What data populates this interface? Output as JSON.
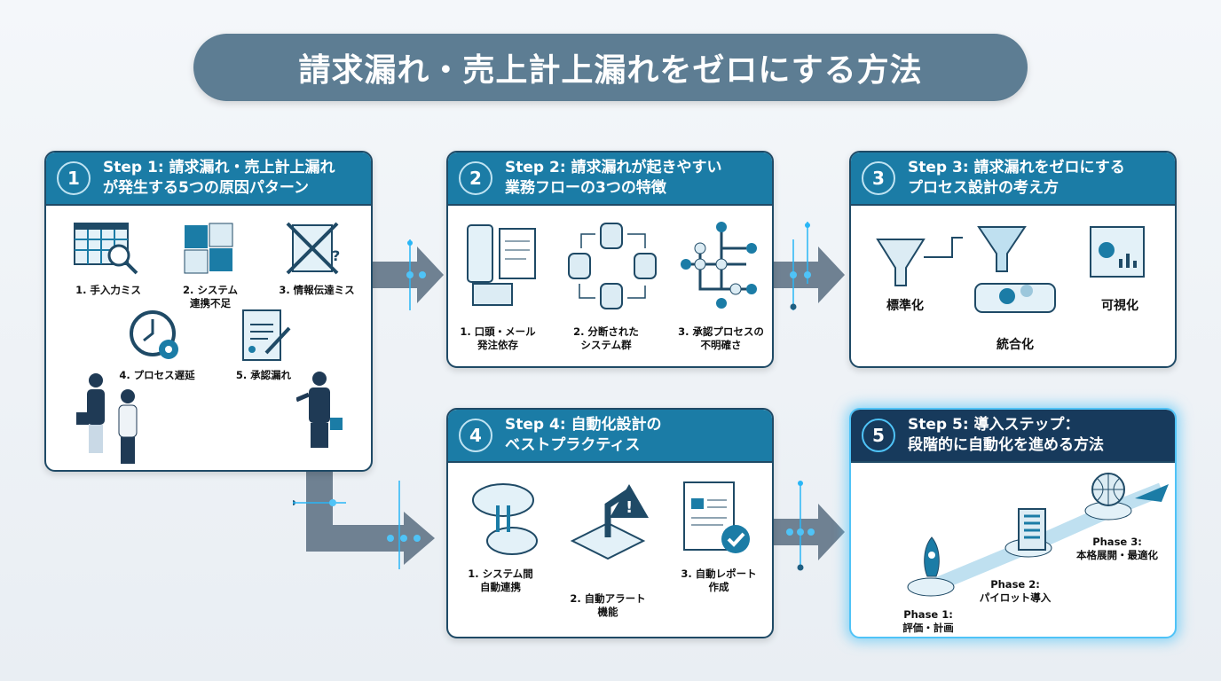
{
  "title": "請求漏れ・売上計上漏れをゼロにする方法",
  "colors": {
    "header": "#1b7ca6",
    "header_final": "#173a5c",
    "title_bg": "#5d7d93",
    "glow": "#4fc3f7"
  },
  "steps": [
    {
      "num": "1",
      "title": "Step 1: 請求漏れ・売上計上漏れ\nが発生する5つの原因パターン",
      "items": [
        "1. 手入力ミス",
        "2. システム\n連携不足",
        "3. 情報伝達ミス",
        "4. プロセス遅延",
        "5. 承認漏れ"
      ],
      "icons": [
        "spreadsheet-search-icon",
        "puzzle-icon",
        "crossed-document-icon",
        "clock-gear-icon",
        "signed-document-icon"
      ]
    },
    {
      "num": "2",
      "title": "Step 2: 請求漏れが起きやすい\n業務フローの3つの特徴",
      "items": [
        "1. 口頭・メール\n発注依存",
        "2. 分断された\nシステム群",
        "3. 承認プロセスの\n不明確さ"
      ],
      "icons": [
        "phone-notepad-icon",
        "database-cycle-icon",
        "flowchart-icon"
      ]
    },
    {
      "num": "3",
      "title": "Step 3: 請求漏れをゼロにする\nプロセス設計の考え方",
      "items": [
        "標準化",
        "統合化",
        "可視化"
      ],
      "icons": [
        "funnel-icon",
        "gear-platform-icon",
        "dashboard-icon"
      ]
    },
    {
      "num": "4",
      "title": "Step 4: 自動化設計の\nベストプラクティス",
      "items": [
        "1. システム間\n自動連携",
        "2. 自動アラート\n機能",
        "3. 自動レポート\n作成"
      ],
      "icons": [
        "cloud-sync-icon",
        "robot-arm-icon",
        "report-check-icon"
      ]
    },
    {
      "num": "5",
      "title": "Step 5: 導入ステップ：\n段階的に自動化を進める方法",
      "items": [
        "Phase 1:\n評価・計画",
        "Phase 2:\nパイロット導入",
        "Phase 3:\n本格展開・最適化"
      ],
      "icons": [
        "rocket-icon",
        "building-icon",
        "globe-icon"
      ]
    }
  ]
}
